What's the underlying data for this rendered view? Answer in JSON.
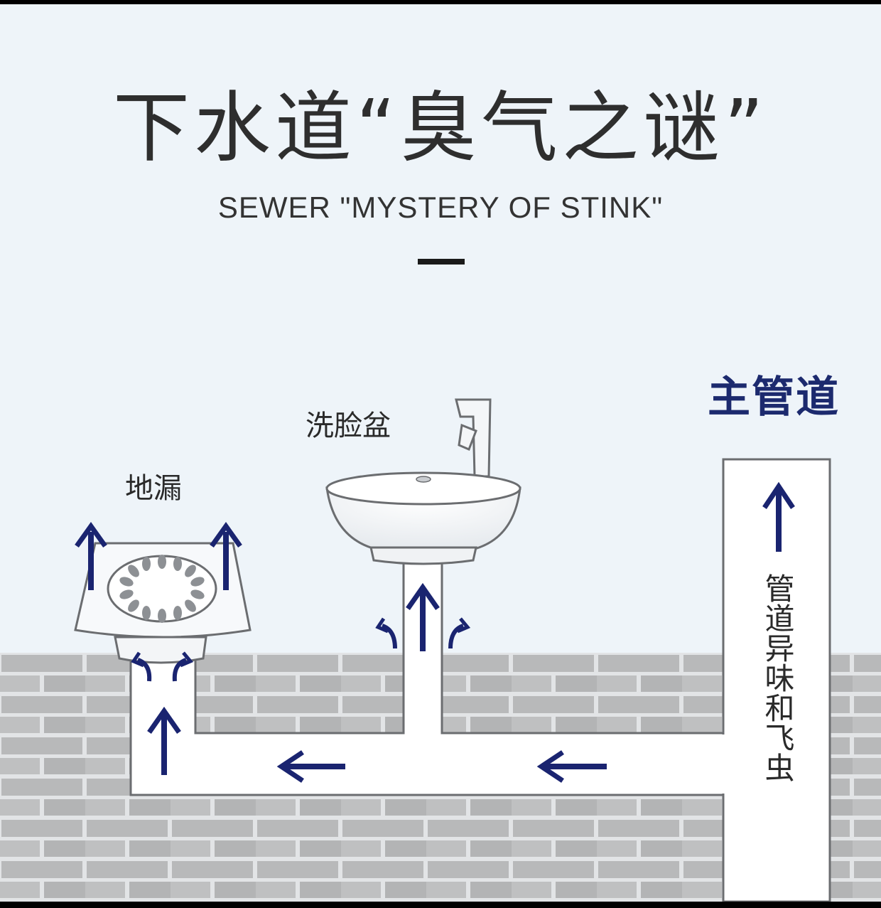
{
  "header": {
    "title_cn": "下水道“臭气之谜”",
    "title_en": "SEWER \"MYSTERY OF STINK\""
  },
  "labels": {
    "floor_drain": "地漏",
    "wash_basin": "洗脸盆",
    "main_pipe": "主管道",
    "pipe_note": "管道异味和飞虫"
  },
  "colors": {
    "background": "#eef4f9",
    "arrow": "#1a2470",
    "main_label": "#1c2a6e",
    "brick": "#b9babb",
    "mortar": "#e4e6e8",
    "pipe": "#ffffff"
  }
}
